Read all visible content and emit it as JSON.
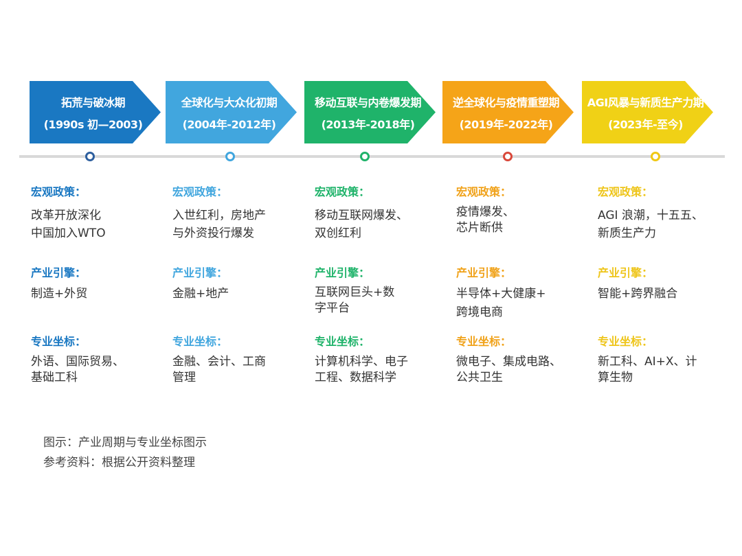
{
  "colors": {
    "phase1": "#1a78c2",
    "phase2": "#41a6de",
    "phase3": "#1fb36a",
    "phase4": "#f5a418",
    "phase5": "#f0d116",
    "label3": "#1fb36a",
    "label4": "#f0a21a",
    "label5": "#eec51a",
    "dot4": "#d9483a",
    "timeline": "#d9d9d9"
  },
  "section_labels": {
    "policy": "宏观政策：",
    "industry": "产业引擎：",
    "major": "专业坐标："
  },
  "phases": [
    {
      "title": "拓荒与破冰期",
      "years": "(1990s 初—2003)",
      "policy": [
        "改革开放深化",
        "中国加入WTO"
      ],
      "industry": [
        "制造+外贸"
      ],
      "major": [
        "外语、国际贸易、",
        "基础工科"
      ]
    },
    {
      "title": "全球化与大众化初期",
      "years": "(2004年-2012年)",
      "policy": [
        "入世红利，房地产",
        "与外资投行爆发"
      ],
      "industry": [
        "金融+地产"
      ],
      "major": [
        "金融、会计、工商",
        "管理"
      ]
    },
    {
      "title": "移动互联与内卷爆发期",
      "years": "(2013年-2018年)",
      "policy": [
        "移动互联网爆发、",
        "双创红利"
      ],
      "industry": [
        "互联网巨头+数",
        "字平台"
      ],
      "major": [
        "计算机科学、电子",
        "工程、数据科学"
      ]
    },
    {
      "title": "逆全球化与疫情重塑期",
      "years": "(2019年-2022年)",
      "policy": [
        "疫情爆发、",
        "芯片断供"
      ],
      "industry": [
        "半导体+大健康+",
        "跨境电商"
      ],
      "major": [
        "微电子、集成电路、",
        "公共卫生"
      ]
    },
    {
      "title": "AGI风暴与新质生产力期",
      "years": "(2023年-至今)",
      "policy": [
        "AGI 浪潮，十五五、",
        "新质生产力"
      ],
      "industry": [
        "智能+跨界融合"
      ],
      "major": [
        "新工科、AI+X、计",
        "算生物"
      ]
    }
  ],
  "caption": {
    "line1": "图示：产业周期与专业坐标图示",
    "line2": "参考资料：根据公开资料整理"
  }
}
